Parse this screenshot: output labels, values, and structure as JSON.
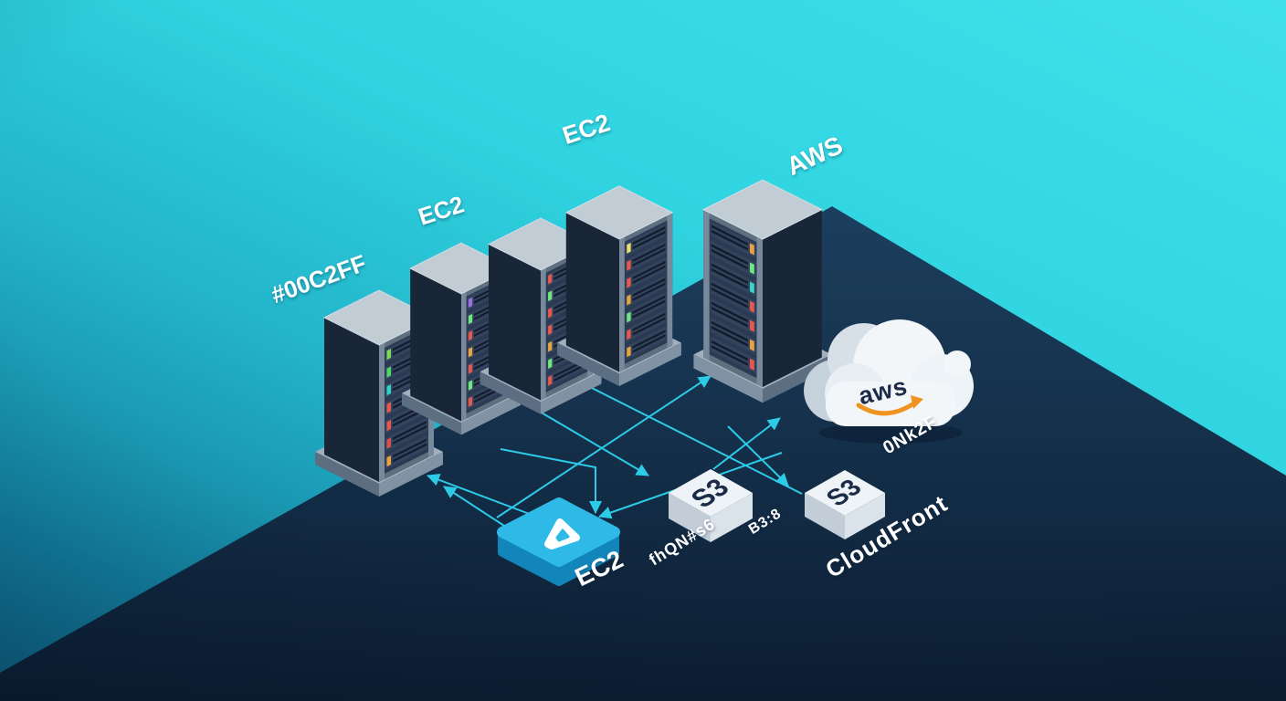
{
  "scene_title": "AWS cloud architecture isometric illustration",
  "labels": {
    "rack1": "#00C2FF",
    "rack2": "EC2",
    "rack4": "EC2",
    "rack5": "AWS",
    "cloud_logo": "aws",
    "cloud_caption": "0Nk2F",
    "s3_box1": "S3",
    "s3_box2": "S3",
    "s3_caption_left": "fhQN#s6",
    "s3_caption_right": "B3:8",
    "cloudfront": "CloudFront",
    "ec2_box": "EC2"
  },
  "colors": {
    "accent_line": "#2ccbe8",
    "swoosh_orange": "#ef9421",
    "ec2_box_blue": "#2fb9e6",
    "ec2_box_side": "#1286bb",
    "sky_top": "#3fe0e9",
    "sky_bottom": "#0d5f82",
    "floor_top": "#1c3f5e",
    "floor_bottom": "#0c1e33",
    "cloud_white": "#f2f6f9",
    "cloud_shade": "#c5d1db",
    "rack_top": "#c2ccd5",
    "rack_face": "#2a3a52",
    "rack_shadow_face": "#192638",
    "rack_frame": "#78899c",
    "plinth_top": "#a2b0be",
    "s3_top": "#eef3f7",
    "s3_left": "#c2cdd8",
    "s3_right": "#dbe3ea",
    "s3_text": "#1c2b47"
  },
  "racks": {
    "count": 5,
    "led_colors": [
      [
        "#7ed957",
        "#4cd964",
        "#2fd3c6",
        "#e8574d",
        "#e8574d",
        "#d94f4f",
        "#e8a33d"
      ],
      [
        "#a06ee8",
        "#6ee87e",
        "#e8574d",
        "#e8a33d",
        "#e8574d",
        "#6ee87e",
        "#e8574d"
      ],
      [
        "#e8574d",
        "#6ee87e",
        "#e8574d",
        "#e8574d",
        "#e8a33d",
        "#6ee87e",
        "#e8574d"
      ],
      [
        "#e8e06e",
        "#e8574d",
        "#e8574d",
        "#e8a33d",
        "#6ee87e",
        "#e8574d",
        "#e8a33d"
      ],
      [
        "#e8a33d",
        "#6ee87e",
        "#3dd2c8",
        "#e8574d",
        "#e8574d",
        "#e8a33d",
        "#e8574d"
      ]
    ]
  },
  "connections": {
    "count": 11,
    "style": "cyan isometric arrows"
  }
}
